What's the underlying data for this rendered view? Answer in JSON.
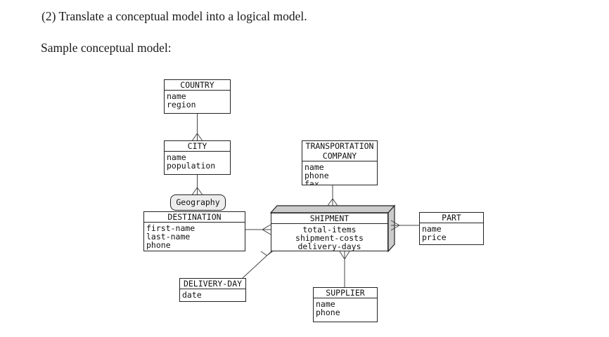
{
  "page": {
    "heading": "(2) Translate a conceptual model into a logical model.",
    "subheading": "Sample conceptual model:"
  },
  "diagram": {
    "entities": {
      "country": {
        "title": "COUNTRY",
        "attrs": [
          "name",
          "region"
        ]
      },
      "city": {
        "title": "CITY",
        "attrs": [
          "name",
          "population"
        ]
      },
      "transportation_company": {
        "title": "TRANSPORTATION COMPANY",
        "attrs": [
          "name",
          "phone",
          "fax"
        ]
      },
      "destination": {
        "title": "DESTINATION",
        "attrs": [
          "first-name",
          "last-name",
          "phone"
        ]
      },
      "shipment": {
        "title": "SHIPMENT",
        "attrs": [
          "total-items",
          "shipment-costs",
          "delivery-days"
        ]
      },
      "part": {
        "title": "PART",
        "attrs": [
          "name",
          "price"
        ]
      },
      "delivery_day": {
        "title": "DELIVERY-DAY",
        "attrs": [
          "date"
        ]
      },
      "supplier": {
        "title": "SUPPLIER",
        "attrs": [
          "name",
          "phone"
        ]
      }
    },
    "relationship_label": "Geography",
    "relationships": [
      {
        "from": "COUNTRY",
        "to": "CITY",
        "crow_foot_at": "CITY"
      },
      {
        "from": "CITY",
        "to": "DESTINATION",
        "label": "Geography",
        "crow_foot_at": "DESTINATION"
      },
      {
        "from": "TRANSPORTATION COMPANY",
        "to": "SHIPMENT",
        "crow_foot_at": "SHIPMENT"
      },
      {
        "from": "DESTINATION",
        "to": "SHIPMENT",
        "crow_foot_at": "SHIPMENT"
      },
      {
        "from": "SHIPMENT",
        "to": "PART",
        "crow_foot_at": "SHIPMENT"
      },
      {
        "from": "SHIPMENT",
        "to": "DELIVERY-DAY",
        "crow_foot_at": "SHIPMENT"
      },
      {
        "from": "SHIPMENT",
        "to": "SUPPLIER",
        "crow_foot_at": "SHIPMENT"
      }
    ],
    "colors": {
      "box_border": "#222222",
      "line": "#444444",
      "shade_fill": "#cccccc",
      "label_fill": "#ededed",
      "text": "#111111"
    }
  }
}
